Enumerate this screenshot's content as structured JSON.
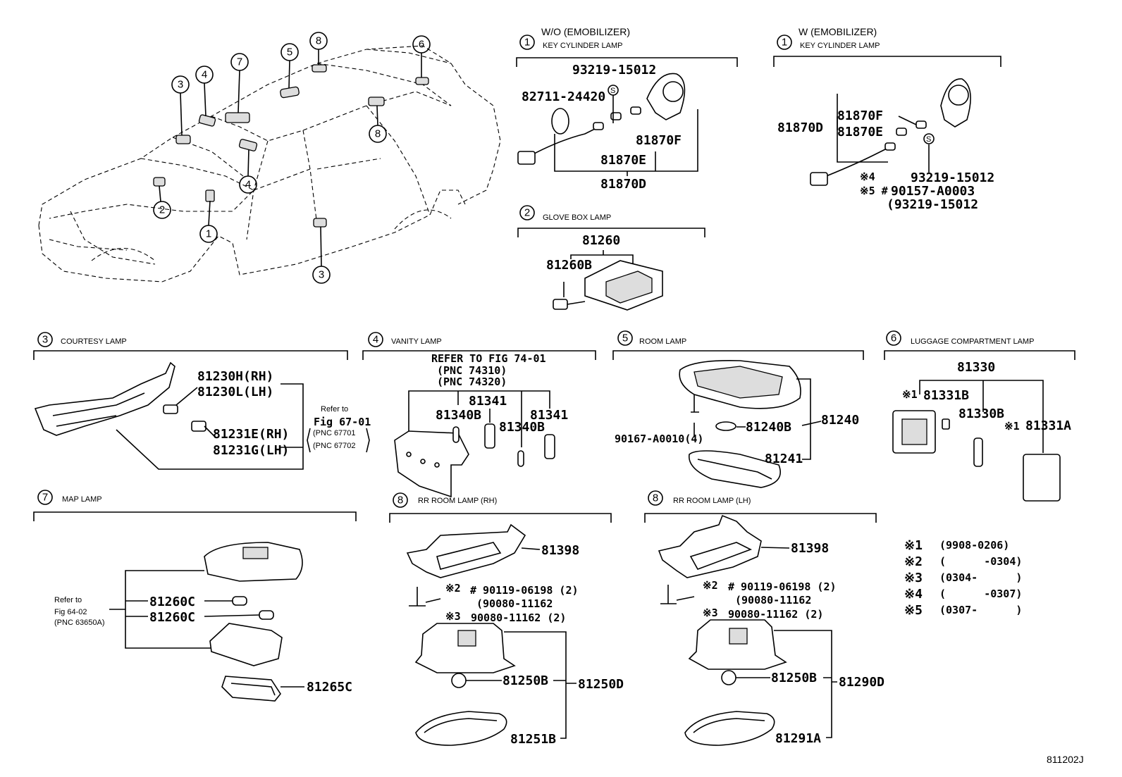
{
  "diagram_code": "811202J",
  "car_callouts": [
    "3",
    "4",
    "7",
    "5",
    "8",
    "6",
    "8",
    "4",
    "2",
    "1",
    "3"
  ],
  "sections": {
    "s1a": {
      "num": "1",
      "title": "W/O (EMOBILIZER)",
      "subtitle": "KEY CYLINDER LAMP",
      "parts": [
        "93219-15012",
        "82711-24420",
        "81870F",
        "81870E",
        "81870D"
      ]
    },
    "s1b": {
      "num": "1",
      "title": "W (EMOBILIZER)",
      "subtitle": "KEY CYLINDER LAMP",
      "parts": [
        "81870F",
        "81870D",
        "81870E",
        "93219-15012",
        "90157-A0003",
        "(93219-15012"
      ],
      "marks": [
        "※4",
        "※5 #"
      ]
    },
    "s2": {
      "num": "2",
      "title": "GLOVE BOX LAMP",
      "parts": [
        "81260",
        "81260B"
      ]
    },
    "s3": {
      "num": "3",
      "title": "COURTESY LAMP",
      "parts": [
        "81230H(RH)",
        "81230L(LH)",
        "81231E(RH)",
        "81231G(LH)"
      ],
      "refer": [
        "Refer to",
        "Fig 67-01",
        "(PNC 67701",
        "(PNC 67702"
      ]
    },
    "s4": {
      "num": "4",
      "title": "VANITY LAMP",
      "refer": [
        "REFER TO FIG 74-01",
        "(PNC 74310)",
        "(PNC 74320)"
      ],
      "parts": [
        "81341",
        "81340B",
        "81341",
        "81340B"
      ]
    },
    "s5": {
      "num": "5",
      "title": "ROOM LAMP",
      "parts": [
        "90167-A0010(4)",
        "81240B",
        "81240",
        "81241"
      ]
    },
    "s6": {
      "num": "6",
      "title": "LUGGAGE COMPARTMENT LAMP",
      "parts": [
        "81330",
        "81331B",
        "81330B",
        "81331A"
      ],
      "marks": [
        "※1",
        "※1"
      ]
    },
    "s7": {
      "num": "7",
      "title": "MAP LAMP",
      "parts": [
        "81260C",
        "81260C",
        "81265C"
      ],
      "refer": [
        "Refer to",
        "Fig 64-02",
        "(PNC 63650A)"
      ]
    },
    "s8a": {
      "num": "8",
      "title": "RR ROOM LAMP (RH)",
      "parts": [
        "81398",
        "# 90119-06198 (2)",
        "(90080-11162",
        "90080-11162 (2)",
        "81250B",
        "81250D",
        "81251B"
      ],
      "marks": [
        "※2",
        "※3"
      ]
    },
    "s8b": {
      "num": "8",
      "title": "RR ROOM LAMP (LH)",
      "parts": [
        "81398",
        "# 90119-06198 (2)",
        "(90080-11162",
        "90080-11162 (2)",
        "81250B",
        "81290D",
        "81291A"
      ],
      "marks": [
        "※2",
        "※3"
      ]
    }
  },
  "legend": [
    {
      "mark": "※1",
      "range": "(9908-0206)"
    },
    {
      "mark": "※2",
      "range": "(      -0304)"
    },
    {
      "mark": "※3",
      "range": "(0304-      )"
    },
    {
      "mark": "※4",
      "range": "(      -0307)"
    },
    {
      "mark": "※5",
      "range": "(0307-      )"
    }
  ]
}
